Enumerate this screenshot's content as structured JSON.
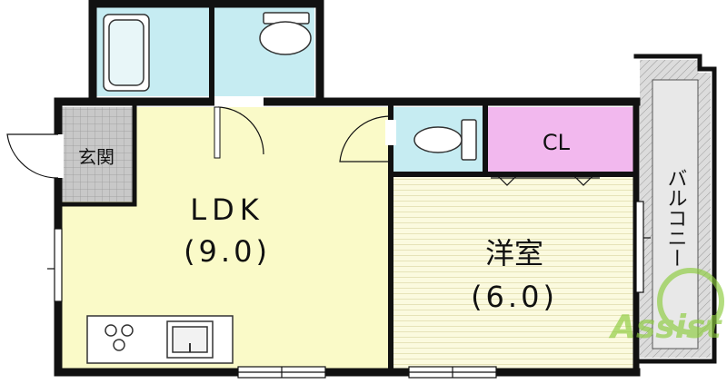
{
  "rooms": {
    "entrance": {
      "label": "玄関"
    },
    "ldk": {
      "label": "LDK",
      "size": "(9.0)"
    },
    "closet": {
      "label": "CL"
    },
    "western_room": {
      "label": "洋室",
      "size": "(6.0)"
    },
    "balcony": {
      "label": "バルコニー"
    }
  },
  "watermark": {
    "text": "Assist"
  },
  "colors": {
    "wall": "#111111",
    "ldk_floor": "#fafac8",
    "wet_area": "#c6ecf2",
    "closet": "#f2b8ee",
    "western_floor": "#fbfadf",
    "entrance_floor": "#c8c8c8",
    "balcony": "#dcdcdc",
    "watermark": "#8ccc3c"
  }
}
